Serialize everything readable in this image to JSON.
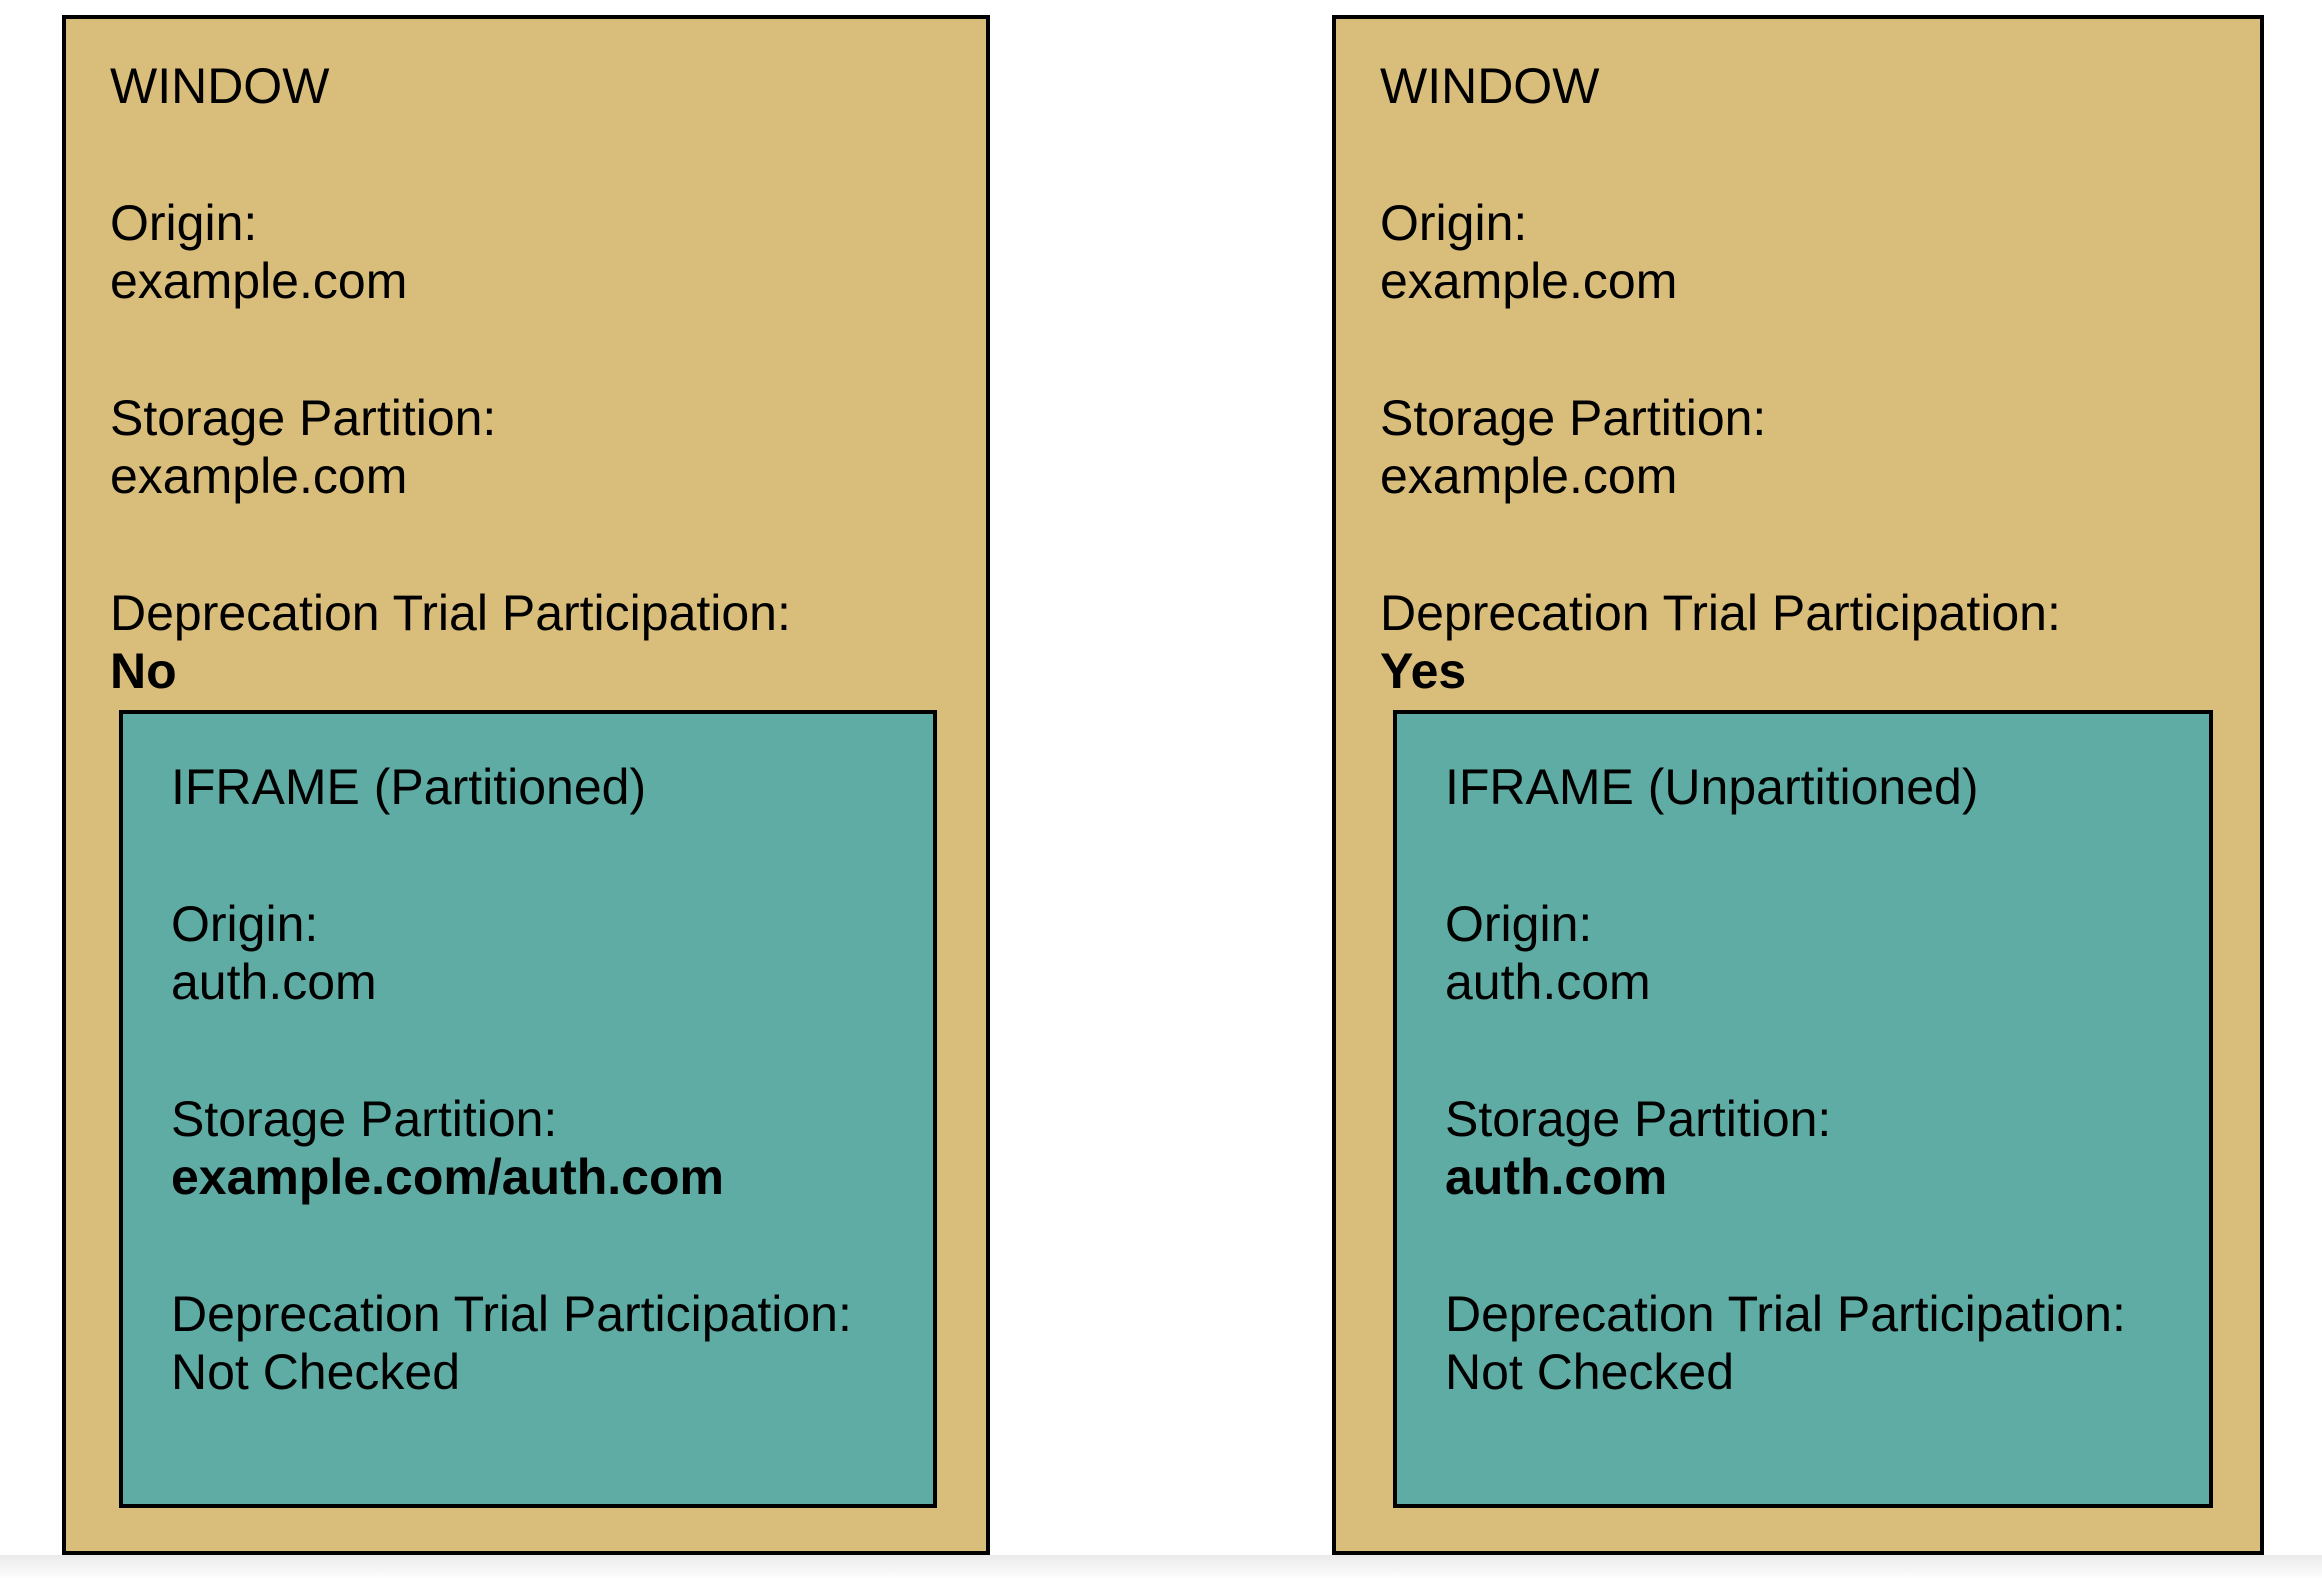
{
  "colors": {
    "window_background": "#d9bd7b",
    "iframe_background": "#5faca4",
    "border": "#000000",
    "page_background": "#ffffff"
  },
  "windows": [
    {
      "title": "WINDOW",
      "fields": [
        {
          "label": "Origin:",
          "value": "example.com",
          "value_bold": false
        },
        {
          "label": "Storage Partition:",
          "value": "example.com",
          "value_bold": false
        },
        {
          "label": "Deprecation Trial Participation:",
          "value": "No",
          "value_bold": true
        }
      ],
      "iframe": {
        "title": "IFRAME (Partitioned)",
        "fields": [
          {
            "label": "Origin:",
            "value": "auth.com",
            "value_bold": false
          },
          {
            "label": "Storage Partition:",
            "value": "example.com/auth.com",
            "value_bold": true
          },
          {
            "label": "Deprecation Trial Participation:",
            "value": "Not Checked",
            "value_bold": false
          }
        ]
      }
    },
    {
      "title": "WINDOW",
      "fields": [
        {
          "label": "Origin:",
          "value": "example.com",
          "value_bold": false
        },
        {
          "label": "Storage Partition:",
          "value": "example.com",
          "value_bold": false
        },
        {
          "label": "Deprecation Trial Participation:",
          "value": "Yes",
          "value_bold": true
        }
      ],
      "iframe": {
        "title": "IFRAME (Unpartitioned)",
        "fields": [
          {
            "label": "Origin:",
            "value": "auth.com",
            "value_bold": false
          },
          {
            "label": "Storage Partition:",
            "value": "auth.com",
            "value_bold": true
          },
          {
            "label": "Deprecation Trial Participation:",
            "value": "Not Checked",
            "value_bold": false
          }
        ]
      }
    }
  ]
}
